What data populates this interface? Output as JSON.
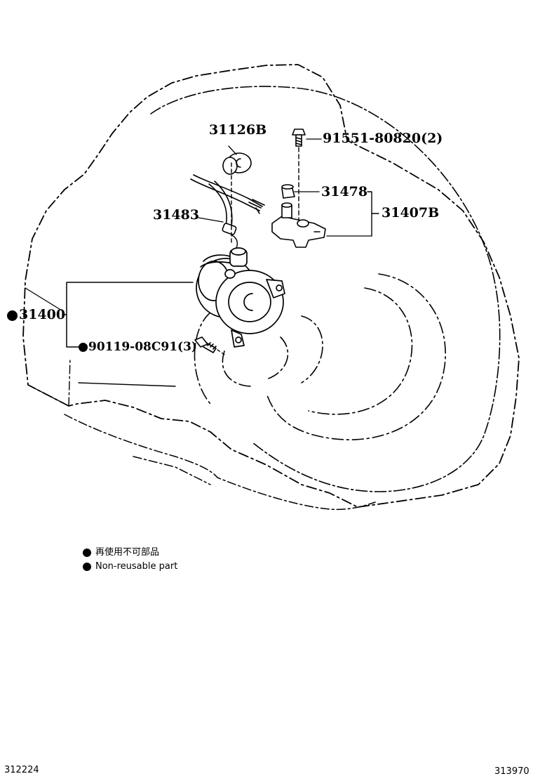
{
  "parts": {
    "release_fork_bearing": "31126B",
    "bolt_top": "91551-80820(2)",
    "bleeder_cap": "31478",
    "union_assembly": "31407B",
    "hose": "31483",
    "release_cylinder": "31400",
    "cylinder_bolts": "90119-08C91(3)"
  },
  "legend": {
    "japanese": "再使用不可部品",
    "english": "Non-reusable part"
  },
  "footer": {
    "left_id": "312224",
    "right_id": "313970"
  }
}
